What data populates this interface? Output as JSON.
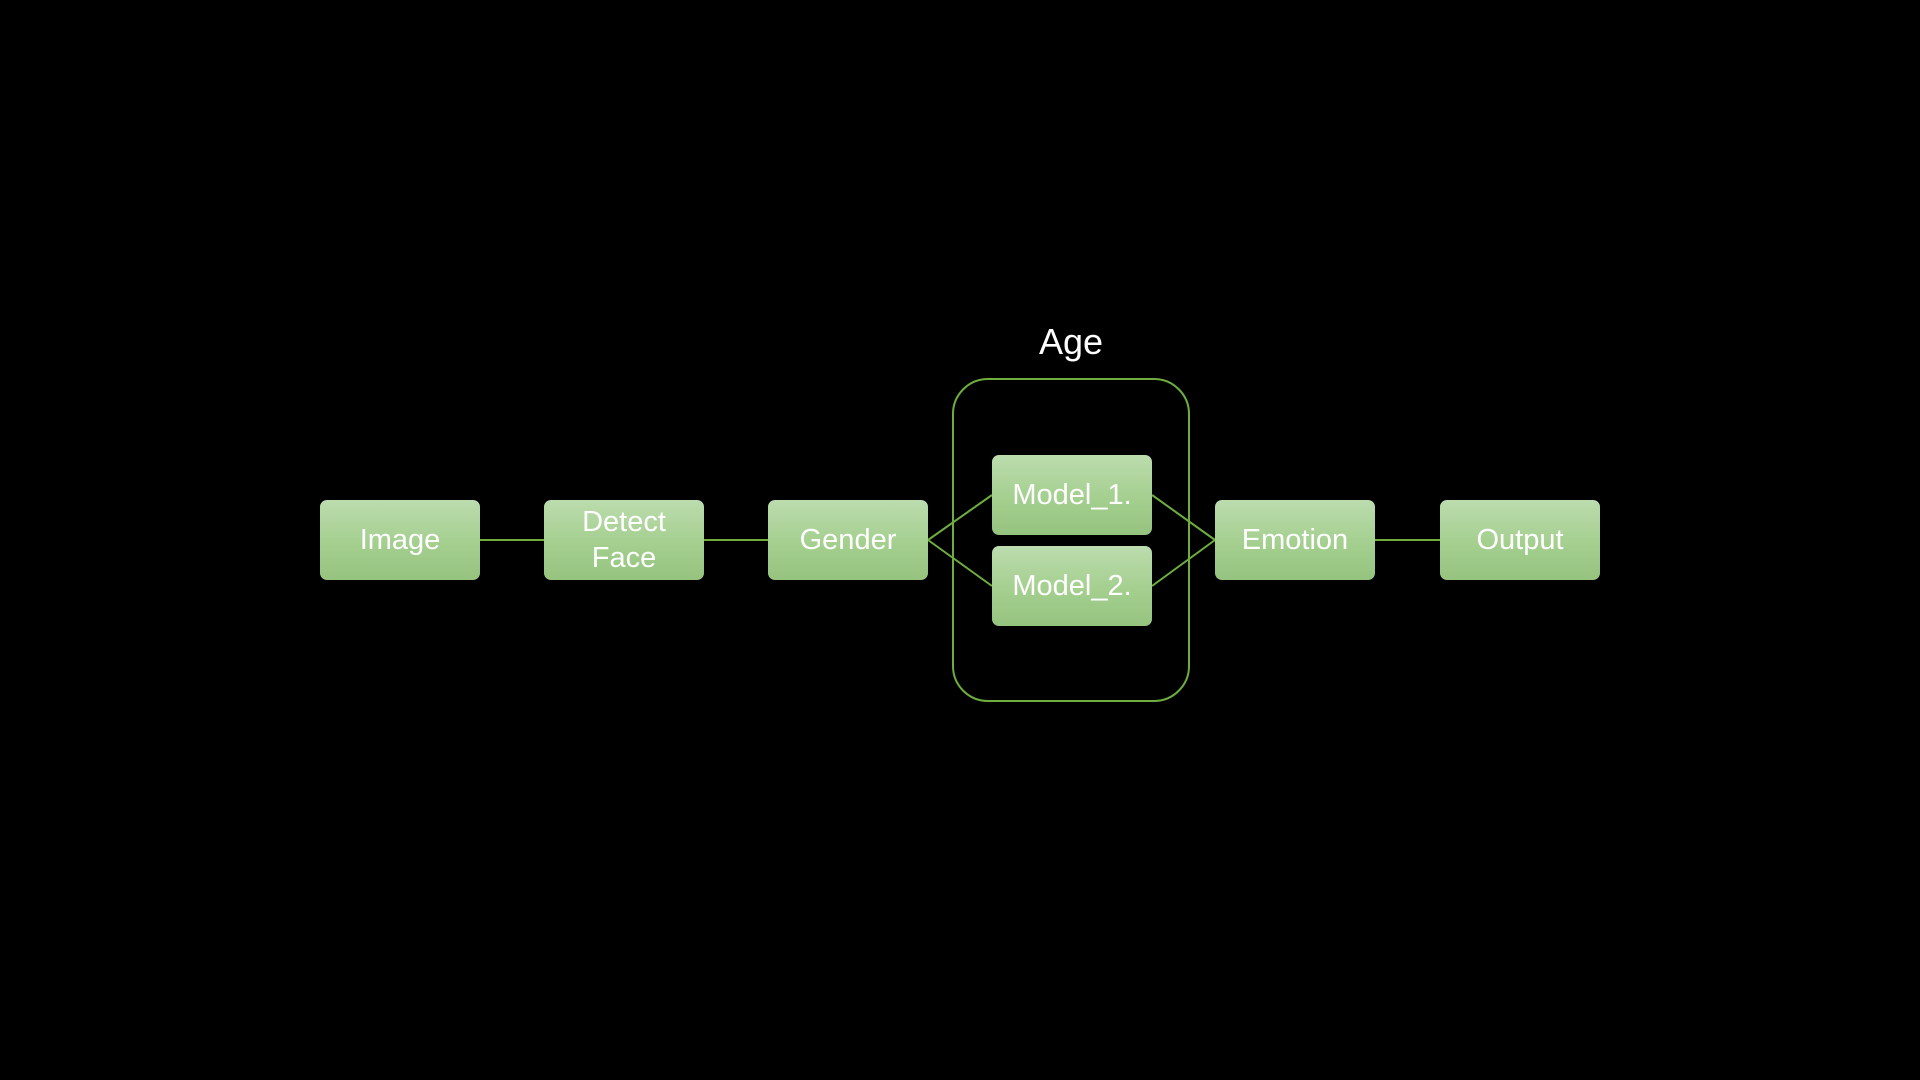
{
  "diagram": {
    "group": {
      "label": "Age"
    },
    "nodes": {
      "image": "Image",
      "detect_face": "Detect\nFace",
      "gender": "Gender",
      "model_1": "Model_1.",
      "model_2": "Model_2.",
      "emotion": "Emotion",
      "output": "Output"
    },
    "edges": [
      [
        "image",
        "detect_face"
      ],
      [
        "detect_face",
        "gender"
      ],
      [
        "gender",
        "model_1"
      ],
      [
        "gender",
        "model_2"
      ],
      [
        "model_1",
        "emotion"
      ],
      [
        "model_2",
        "emotion"
      ],
      [
        "emotion",
        "output"
      ]
    ],
    "colors": {
      "background": "#000000",
      "node_fill": "#a4cf8f",
      "connector": "#6fae3e",
      "text": "#ffffff"
    }
  }
}
